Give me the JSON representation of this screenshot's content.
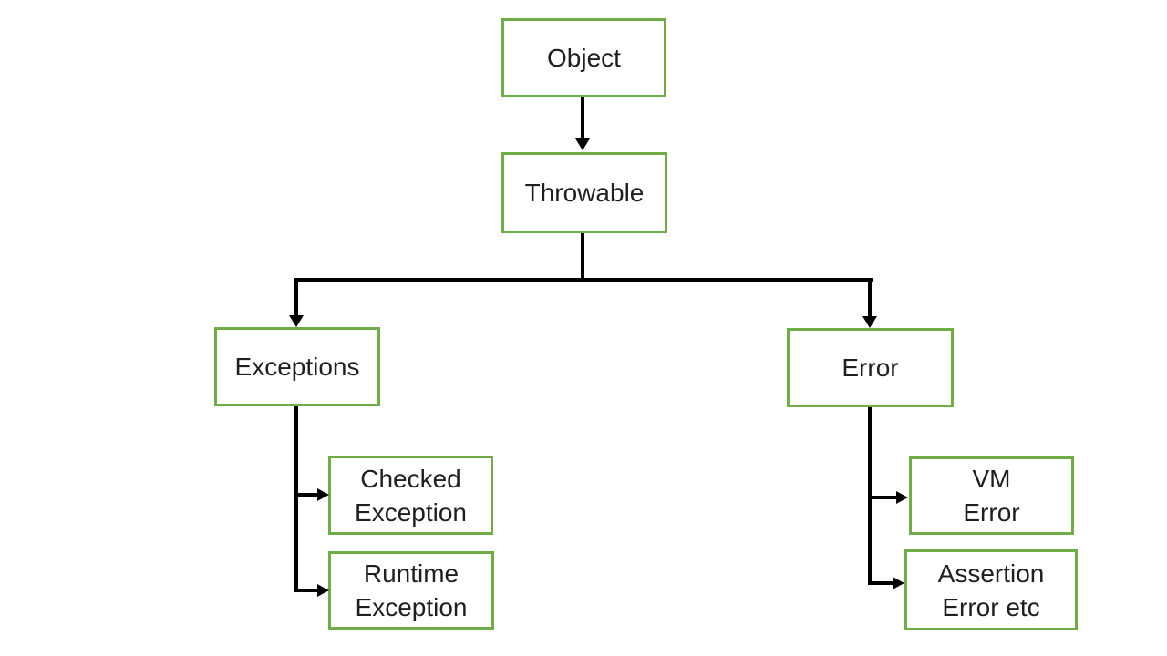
{
  "diagram": {
    "type": "flowchart",
    "subject": "exception class hierarchy",
    "nodes": {
      "object": {
        "label": "Object"
      },
      "throwable": {
        "label": "Throwable"
      },
      "exceptions": {
        "label": "Exceptions"
      },
      "error": {
        "label": "Error"
      },
      "checked_exception": {
        "label": "Checked\nException"
      },
      "runtime_exception": {
        "label": "Runtime\nException"
      },
      "vm_error": {
        "label": "VM\nError"
      },
      "assertion_error": {
        "label": "Assertion\nError etc"
      }
    },
    "edges": [
      {
        "from": "object",
        "to": "throwable"
      },
      {
        "from": "throwable",
        "to": "exceptions"
      },
      {
        "from": "throwable",
        "to": "error"
      },
      {
        "from": "exceptions",
        "to": "checked_exception"
      },
      {
        "from": "exceptions",
        "to": "runtime_exception"
      },
      {
        "from": "error",
        "to": "vm_error"
      },
      {
        "from": "error",
        "to": "assertion_error"
      }
    ],
    "colors": {
      "background": "#ffffff",
      "box_border": "#70ad47",
      "box_fill": "#ffffff",
      "text": "#1f1f1f",
      "connector": "#000000"
    }
  }
}
